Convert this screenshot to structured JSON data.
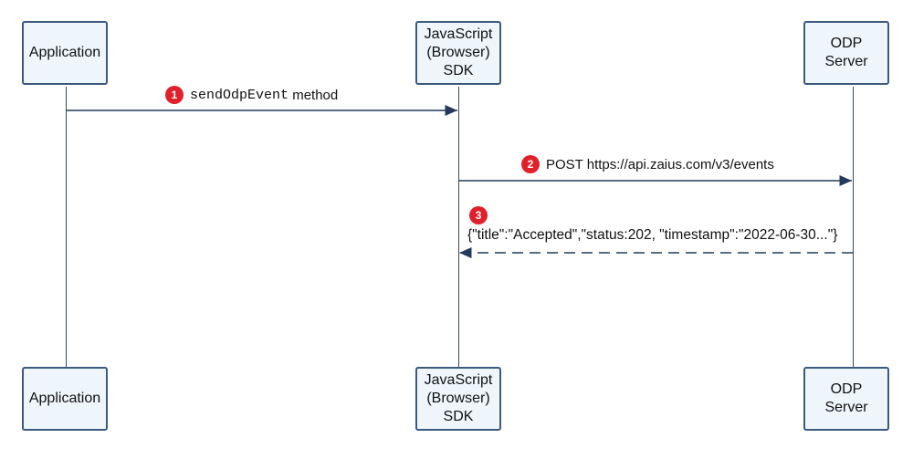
{
  "participants": [
    {
      "id": "app",
      "label": "Application"
    },
    {
      "id": "sdk",
      "label": "JavaScript\n(Browser)\nSDK"
    },
    {
      "id": "odp",
      "label": "ODP\nServer"
    }
  ],
  "messages": [
    {
      "num": "1",
      "code": "sendOdpEvent",
      "text": " method"
    },
    {
      "num": "2",
      "text": "POST https://api.zaius.com/v3/events"
    },
    {
      "num": "3",
      "text": "{\"title\":\"Accepted\",\"status:202, \"timestamp\":\"2022-06-30...\"}"
    }
  ],
  "colors": {
    "badge": "#e0202a",
    "line": "#233a5c",
    "box_border": "#3c5a80",
    "box_fill": "#eef6fc"
  }
}
